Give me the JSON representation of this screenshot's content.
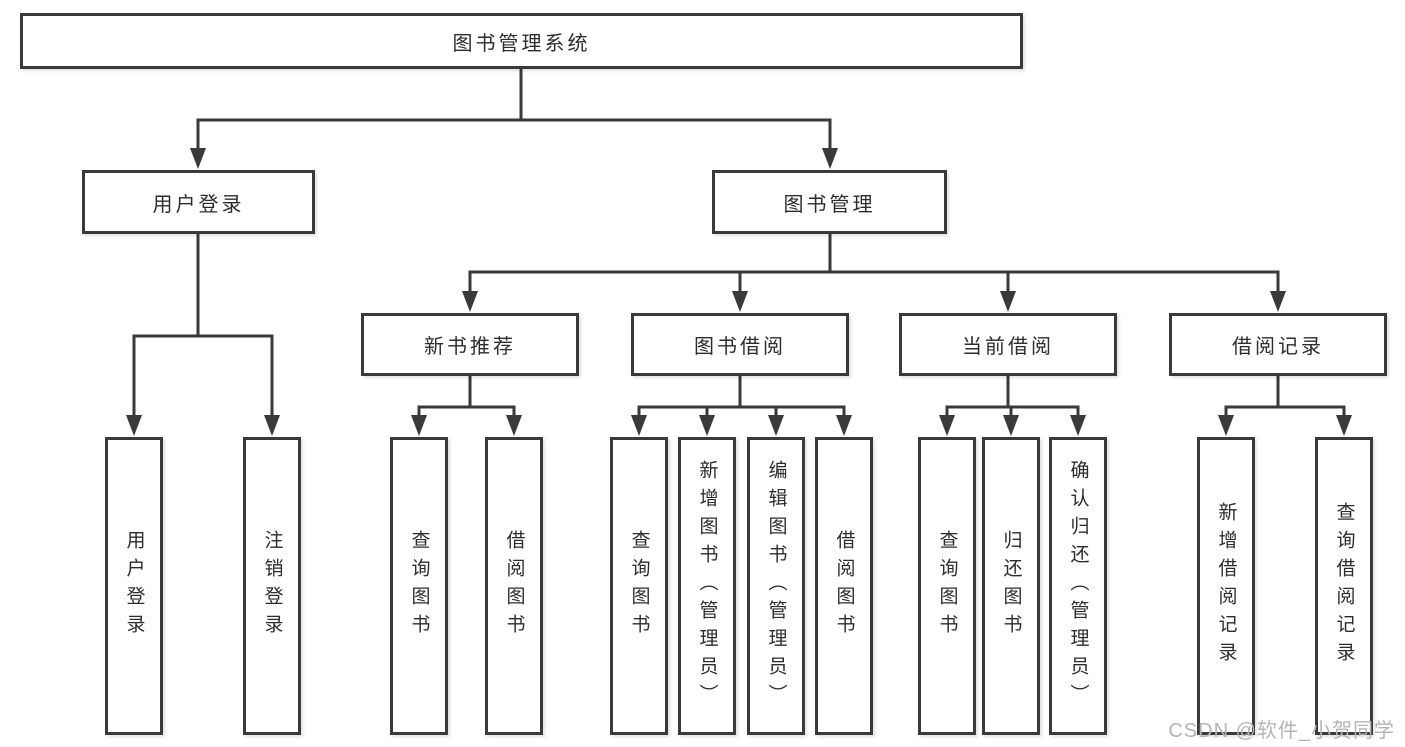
{
  "colors": {
    "line": "#3a3a3a",
    "text": "#2d2d2d",
    "box_fill": "#ffffff",
    "background": "#ffffff",
    "watermark": "#b5b5b5"
  },
  "diagram": {
    "root": {
      "label": "图书管理系统"
    },
    "branches": [
      {
        "label": "用户登录",
        "children": [
          "用户登录",
          "注销登录"
        ]
      },
      {
        "label": "图书管理",
        "groups": [
          {
            "label": "新书推荐",
            "children": [
              "查询图书",
              "借阅图书"
            ]
          },
          {
            "label": "图书借阅",
            "children": [
              "查询图书",
              "新增图书（管理员）",
              "编辑图书（管理员）",
              "借阅图书"
            ]
          },
          {
            "label": "当前借阅",
            "children": [
              "查询图书",
              "归还图书",
              "确认归还（管理员）"
            ]
          },
          {
            "label": "借阅记录",
            "children": [
              "新增借阅记录",
              "查询借阅记录"
            ]
          }
        ]
      }
    ]
  },
  "watermark": "CSDN @软件_小贺同学"
}
